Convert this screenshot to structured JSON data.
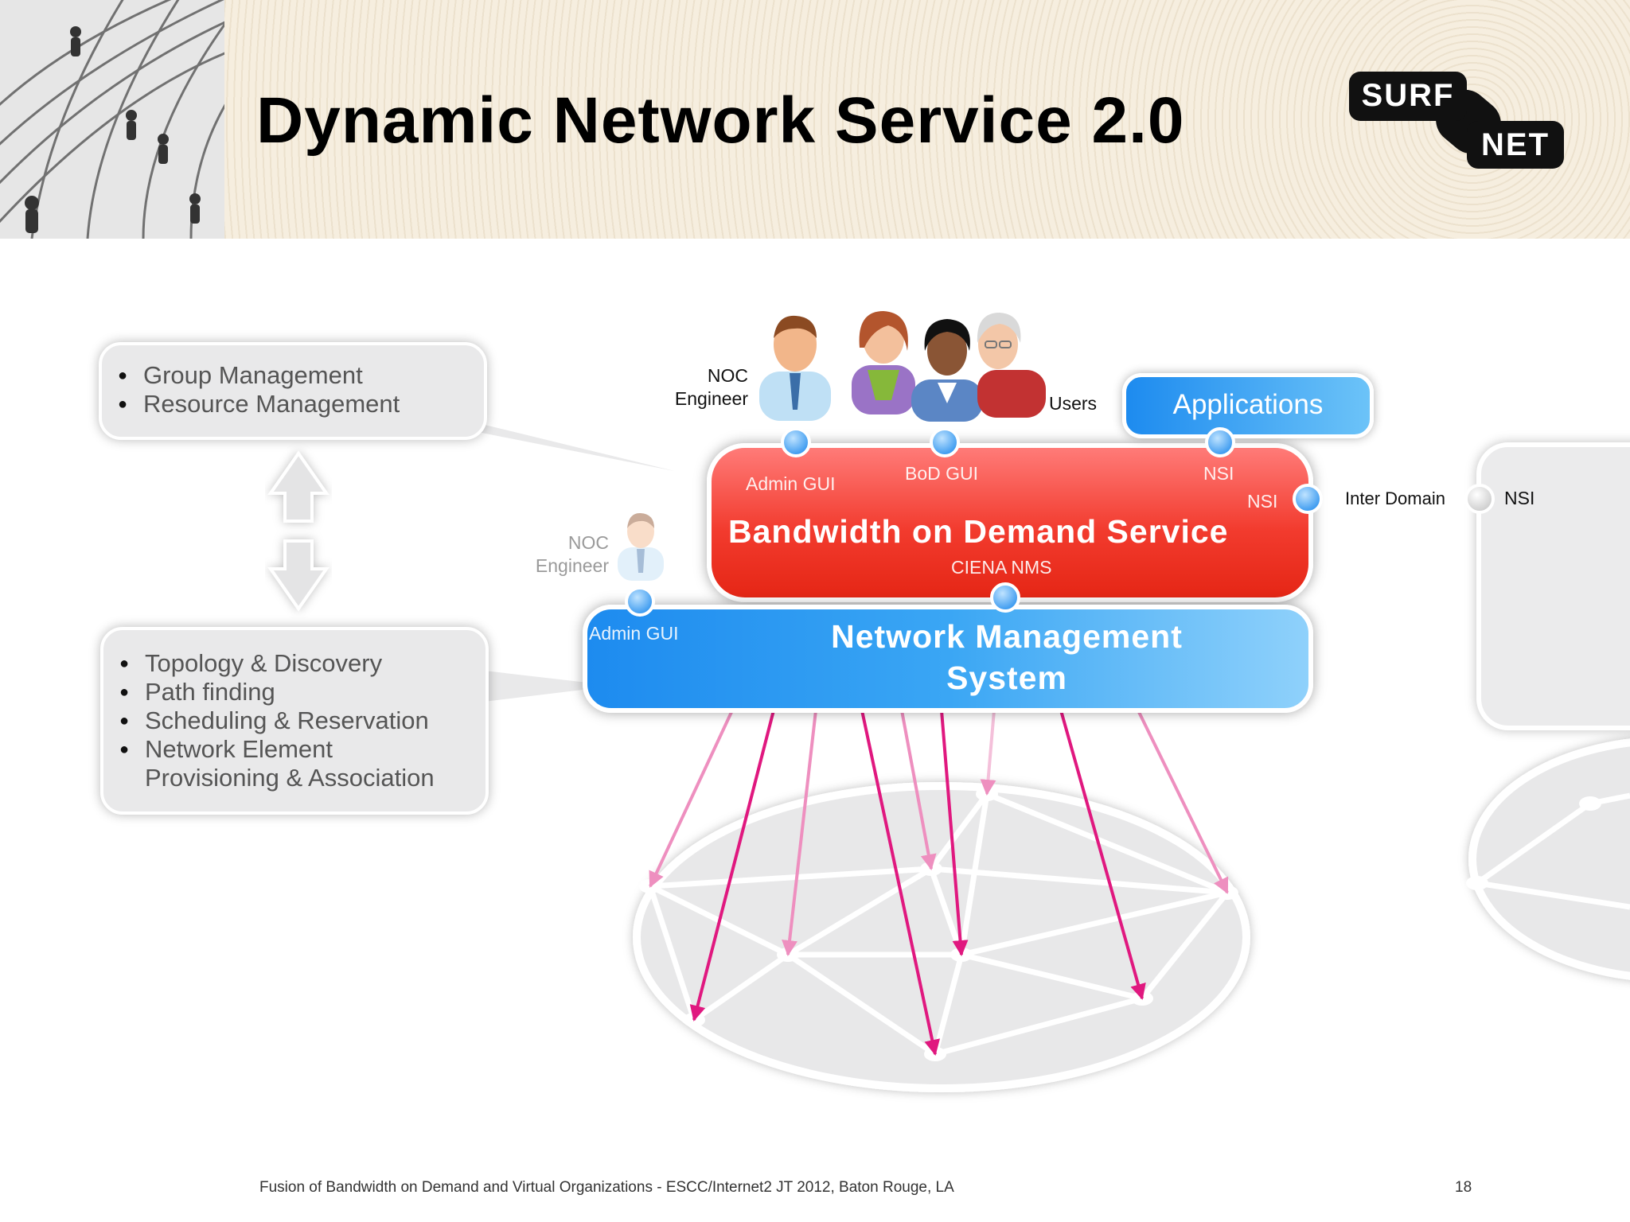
{
  "slide": {
    "title": "Dynamic Network Service 2.0",
    "logo": {
      "line1": "SURF",
      "line2": "NET"
    },
    "footer": "Fusion of Bandwidth on Demand and Virtual Organizations - ESCC/Internet2 JT 2012, Baton Rouge, LA",
    "page_number": "18"
  },
  "callouts": {
    "top": [
      "Group Management",
      "Resource Management"
    ],
    "bottom": [
      "Topology & Discovery",
      "Path finding",
      "Scheduling & Reservation",
      "Network Element",
      "Provisioning & Association"
    ]
  },
  "actors": {
    "noc_engineer_top": {
      "line1": "NOC",
      "line2": "Engineer"
    },
    "noc_engineer_side": {
      "line1": "NOC",
      "line2": "Engineer"
    },
    "users": "Users"
  },
  "bod": {
    "title": "Bandwidth on Demand Service",
    "admin_gui": "Admin GUI",
    "bod_gui": "BoD GUI",
    "nsi_top": "NSI",
    "nsi_right": "NSI",
    "ciena_nms": "CIENA NMS"
  },
  "nms": {
    "title_line1": "Network Management",
    "title_line2": "System",
    "admin_gui": "Admin GUI"
  },
  "applications": "Applications",
  "inter_domain": "Inter Domain",
  "remote_nsi": "NSI",
  "colors": {
    "bod_red": "#f23b2e",
    "nms_blue": "#2b97f1",
    "connector_blue": "#5fb2f3",
    "arrow_magenta": "#e0187f",
    "arrow_pink": "#ee8fbf"
  }
}
